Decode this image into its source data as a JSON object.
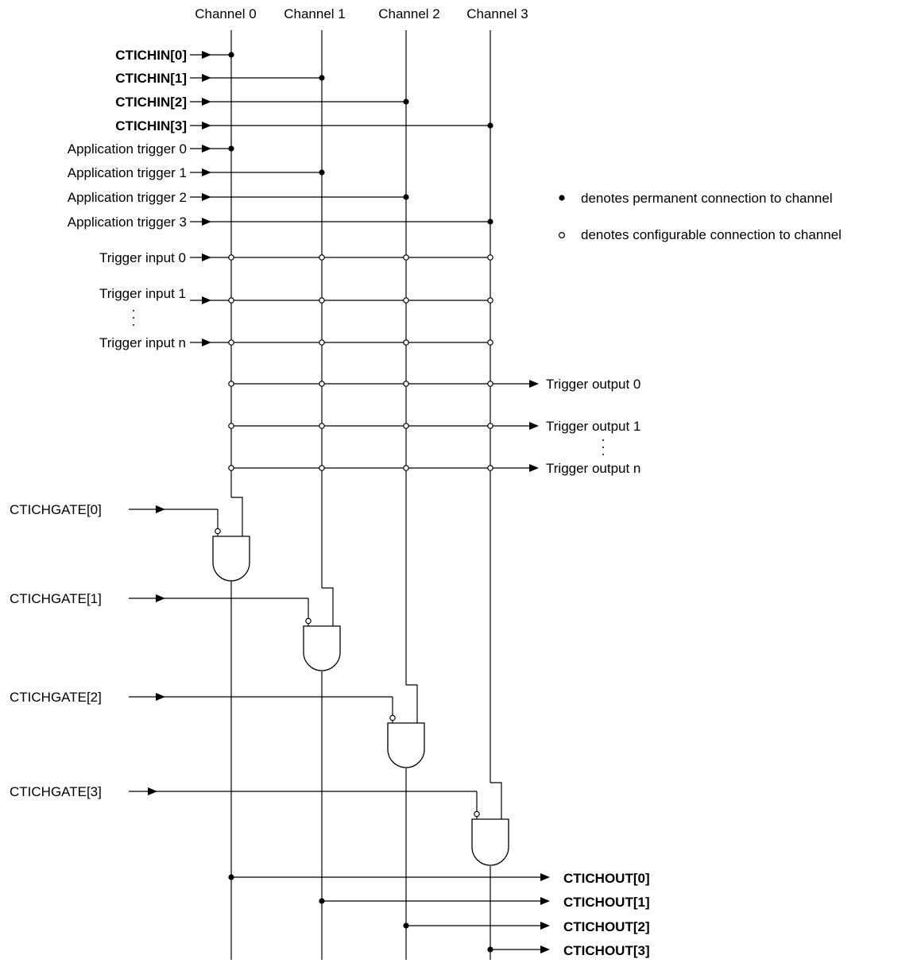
{
  "channels": [
    "Channel 0",
    "Channel 1",
    "Channel 2",
    "Channel 3"
  ],
  "cti_inputs": [
    "CTICHIN[0]",
    "CTICHIN[1]",
    "CTICHIN[2]",
    "CTICHIN[3]"
  ],
  "app_triggers": [
    "Application trigger 0",
    "Application trigger 1",
    "Application trigger 2",
    "Application trigger 3"
  ],
  "trigger_inputs": [
    "Trigger input 0",
    "Trigger input 1",
    "Trigger input n"
  ],
  "trigger_outputs": [
    "Trigger output 0",
    "Trigger output 1",
    "Trigger output n"
  ],
  "gates": [
    "CTICHGATE[0]",
    "CTICHGATE[1]",
    "CTICHGATE[2]",
    "CTICHGATE[3]"
  ],
  "cti_outputs": [
    "CTICHOUT[0]",
    "CTICHOUT[1]",
    "CTICHOUT[2]",
    "CTICHOUT[3]"
  ],
  "legend": {
    "permanent": "denotes permanent connection to channel",
    "configurable": "denotes configurable connection to channel"
  }
}
